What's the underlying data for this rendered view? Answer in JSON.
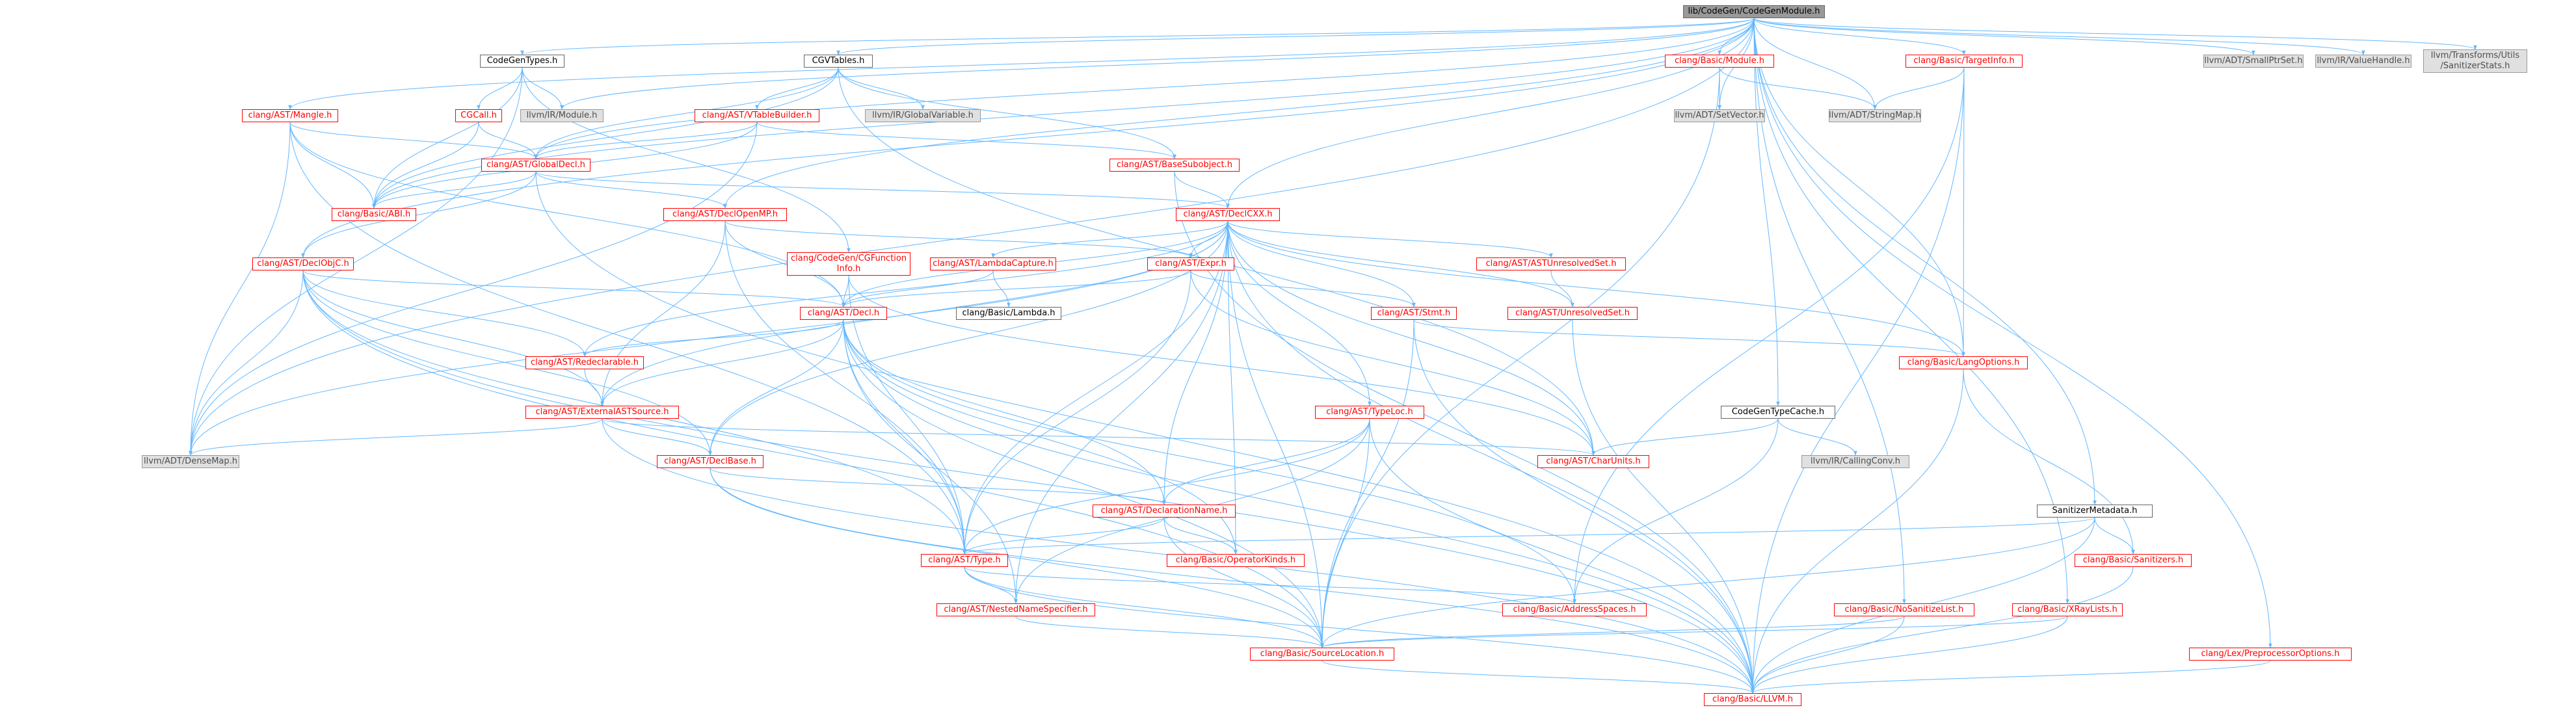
{
  "colors": {
    "edge": "#63b8ff",
    "arrow": "#63b8ff",
    "link_border": "#ff0000",
    "external_fill": "#e0e0e0",
    "root_fill": "#999999"
  },
  "nodes": {
    "root": "lib/CodeGen/CodeGenModule.h",
    "codegentypes": "CodeGenTypes.h",
    "cgvtables": "CGVTables.h",
    "basic_module": "clang/Basic/Module.h",
    "basic_targetinfo": "clang/Basic/TargetInfo.h",
    "smallptrset": "llvm/ADT/SmallPtrSet.h",
    "valuehandle": "llvm/IR/ValueHandle.h",
    "sanitizerstats": "llvm/Transforms/Utils\n/SanitizerStats.h",
    "ast_mangle": "clang/AST/Mangle.h",
    "cgcall": "CGCall.h",
    "ir_module": "llvm/IR/Module.h",
    "ast_vtablebuilder": "clang/AST/VTableBuilder.h",
    "ir_globalvariable": "llvm/IR/GlobalVariable.h",
    "setvector": "llvm/ADT/SetVector.h",
    "stringmap": "llvm/ADT/StringMap.h",
    "ast_globaldecl": "clang/AST/GlobalDecl.h",
    "ast_basesubobject": "clang/AST/BaseSubobject.h",
    "basic_abi": "clang/Basic/ABI.h",
    "ast_declopenmp": "clang/AST/DeclOpenMP.h",
    "ast_declcxx": "clang/AST/DeclCXX.h",
    "ast_declobjc": "clang/AST/DeclObjC.h",
    "cgfunctioninfo": "clang/CodeGen/CGFunction\nInfo.h",
    "ast_lambdacapture": "clang/AST/LambdaCapture.h",
    "ast_expr": "clang/AST/Expr.h",
    "ast_astunresolvedset": "clang/AST/ASTUnresolvedSet.h",
    "ast_decl": "clang/AST/Decl.h",
    "basic_lambda": "clang/Basic/Lambda.h",
    "ast_stmt": "clang/AST/Stmt.h",
    "ast_unresolvedset": "clang/AST/UnresolvedSet.h",
    "ast_redeclarable": "clang/AST/Redeclarable.h",
    "basic_langoptions": "clang/Basic/LangOptions.h",
    "codegentypecache": "CodeGenTypeCache.h",
    "ast_externalastsource": "clang/AST/ExternalASTSource.h",
    "ir_callingconv": "llvm/IR/CallingConv.h",
    "densemap": "llvm/ADT/DenseMap.h",
    "ast_declbase": "clang/AST/DeclBase.h",
    "ast_typeloc": "clang/AST/TypeLoc.h",
    "ast_charunits": "clang/AST/CharUnits.h",
    "sanitizermetadata": "SanitizerMetadata.h",
    "ast_declarationname": "clang/AST/DeclarationName.h",
    "basic_sanitizers": "clang/Basic/Sanitizers.h",
    "ast_type": "clang/AST/Type.h",
    "basic_operatorkinds": "clang/Basic/OperatorKinds.h",
    "ast_nestednamespecifier": "clang/AST/NestedNameSpecifier.h",
    "basic_addressspaces": "clang/Basic/AddressSpaces.h",
    "basic_nosanitizelist": "clang/Basic/NoSanitizeList.h",
    "basic_xraylists": "clang/Basic/XRayLists.h",
    "basic_sourcelocation": "clang/Basic/SourceLocation.h",
    "lex_preprocessoroptions": "clang/Lex/PreprocessorOptions.h",
    "basic_llvm": "clang/Basic/LLVM.h"
  }
}
